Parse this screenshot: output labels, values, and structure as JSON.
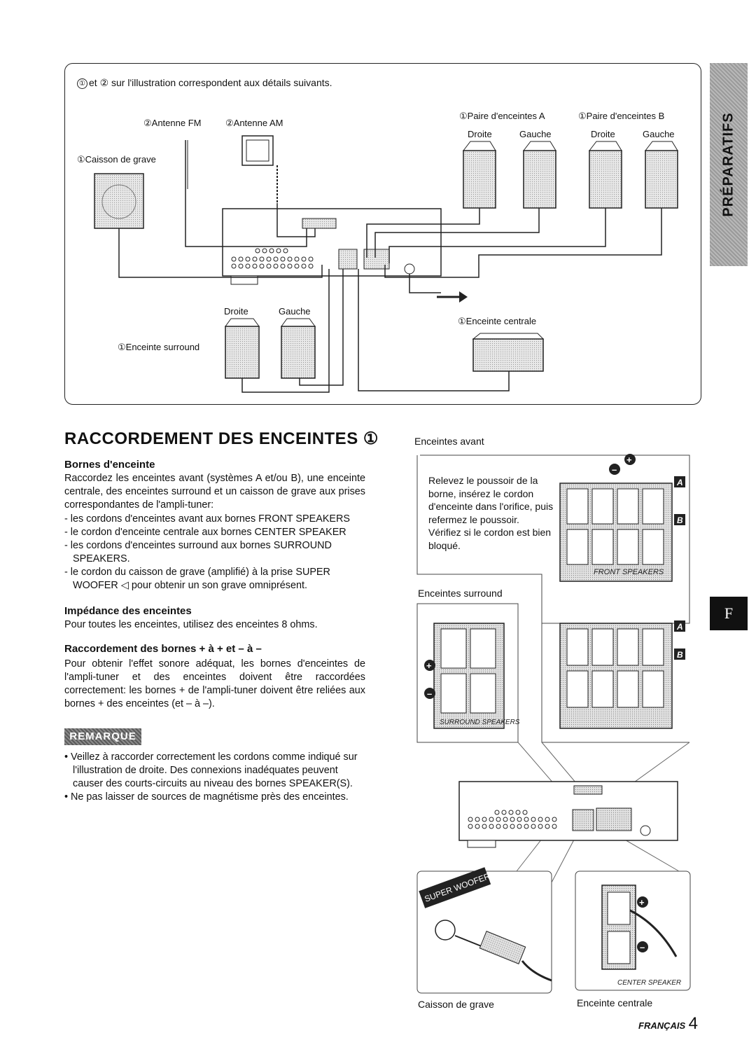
{
  "diagram": {
    "intro_text": "et ② sur l'illustration correspondent aux détails suivants.",
    "intro_marker": "①",
    "labels": {
      "antenne_fm": "②Antenne FM",
      "antenne_am": "②Antenne AM",
      "caisson": "①Caisson de grave",
      "paire_a": "①Paire d'enceintes A",
      "paire_b": "①Paire d'enceintes B",
      "droite_a": "Droite",
      "gauche_a": "Gauche",
      "droite_b": "Droite",
      "gauche_b": "Gauche",
      "droite_s": "Droite",
      "gauche_s": "Gauche",
      "surround": "①Enceinte surround",
      "centrale": "①Enceinte centrale"
    }
  },
  "side_tab": "PRÉPARATIFS",
  "language_tab": "F",
  "section": {
    "title": "RACCORDEMENT DES ENCEINTES ①",
    "bornes_heading": "Bornes d'enceinte",
    "bornes_text": "Raccordez les enceintes avant (systèmes A et/ou B), une enceinte centrale, des enceintes surround et un caisson de grave aux prises correspondantes de l'ampli-tuner:",
    "bornes_list": [
      "- les cordons d'enceintes avant aux bornes FRONT SPEAKERS",
      "- le cordon d'enceinte centrale aux bornes CENTER SPEAKER",
      "- les cordons d'enceintes surround aux bornes SURROUND SPEAKERS.",
      "- le cordon du caisson de grave (amplifié) à la prise SUPER WOOFER ◁ pour obtenir un son grave omniprésent."
    ],
    "impedance_heading": "Impédance des enceintes",
    "impedance_text": "Pour toutes les enceintes, utilisez des enceintes 8 ohms.",
    "raccord_heading": "Raccordement des bornes + à + et – à –",
    "raccord_text": "Pour obtenir l'effet sonore adéquat, les bornes d'enceintes de l'ampli-tuner et des enceintes doivent être raccordées correctement: les bornes + de l'ampli-tuner doivent être reliées aux bornes + des enceintes (et – à –).",
    "remarque_label": "REMARQUE",
    "remarque_list": [
      "• Veillez à raccorder correctement les cordons comme indiqué sur l'illustration de droite. Des connexions inadéquates peuvent causer des courts-circuits au niveau des bornes SPEAKER(S).",
      "• Ne pas laisser de sources de magnétisme près des enceintes."
    ]
  },
  "right_illustration": {
    "enceintes_avant": "Enceintes avant",
    "instructions": "Relevez le poussoir de la borne, insérez le cordon d'enceinte dans l'orifice, puis refermez le poussoir. Vérifiez si le cordon est bien bloqué.",
    "enceintes_surround": "Enceintes surround",
    "caisson_de_grave": "Caisson de grave",
    "enceinte_centrale": "Enceinte centrale",
    "front_speakers": "FRONT SPEAKERS",
    "surround_speakers": "SURROUND SPEAKERS",
    "super_woofer": "SUPER WOOFER",
    "center_speaker": "CENTER SPEAKER"
  },
  "footer": {
    "language": "FRANÇAIS",
    "page": "4"
  }
}
